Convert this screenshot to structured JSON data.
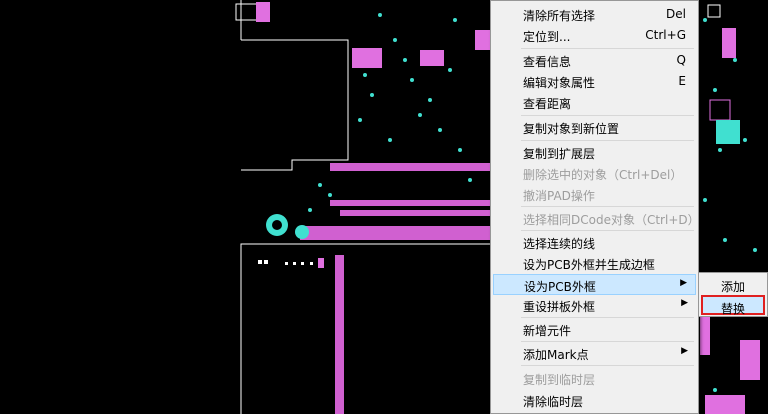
{
  "context_menu": {
    "items": [
      {
        "label": "清除所有选择",
        "shortcut": "Del",
        "enabled": true
      },
      {
        "label": "定位到...",
        "shortcut": "Ctrl+G",
        "enabled": true
      },
      {
        "label": "查看信息",
        "shortcut": "Q",
        "enabled": true
      },
      {
        "label": "编辑对象属性",
        "shortcut": "E",
        "enabled": true
      },
      {
        "label": "查看距离",
        "shortcut": "",
        "enabled": true
      },
      {
        "label": "复制对象到新位置",
        "shortcut": "",
        "enabled": true
      },
      {
        "label": "复制到扩展层",
        "shortcut": "",
        "enabled": true
      },
      {
        "label": "删除选中的对象（Ctrl+Del）",
        "shortcut": "",
        "enabled": false
      },
      {
        "label": "撤消PAD操作",
        "shortcut": "",
        "enabled": false
      },
      {
        "label": "选择相同DCode对象（Ctrl+D）",
        "shortcut": "",
        "enabled": false
      },
      {
        "label": "选择连续的线",
        "shortcut": "",
        "enabled": true
      },
      {
        "label": "设为PCB外框并生成边框",
        "shortcut": "",
        "enabled": true
      },
      {
        "label": "设为PCB外框",
        "shortcut": "",
        "enabled": true,
        "submenu": true,
        "highlighted": true
      },
      {
        "label": "重设拼板外框",
        "shortcut": "",
        "enabled": true,
        "submenu": true
      },
      {
        "label": "新增元件",
        "shortcut": "",
        "enabled": true
      },
      {
        "label": "添加Mark点",
        "shortcut": "",
        "enabled": true,
        "submenu": true
      },
      {
        "label": "复制到临时层",
        "shortcut": "",
        "enabled": false
      },
      {
        "label": "清除临时层",
        "shortcut": "",
        "enabled": true
      }
    ]
  },
  "submenu": {
    "items": [
      {
        "label": "添加"
      },
      {
        "label": "替换",
        "highlighted": true
      }
    ]
  },
  "colors": {
    "background": "#000000",
    "trace_magenta": "#e070e0",
    "pad_cyan": "#40e0d0",
    "outline_white": "#ffffff",
    "highlight": "#cce8ff",
    "callout_red": "#e02020"
  }
}
